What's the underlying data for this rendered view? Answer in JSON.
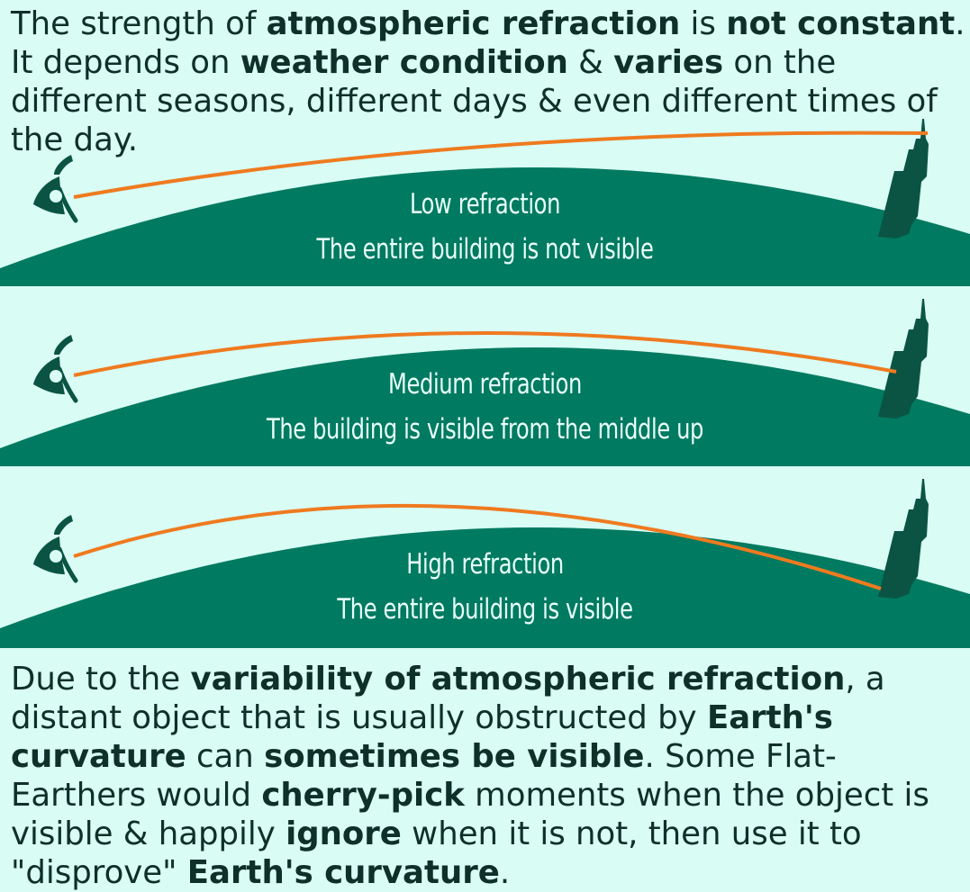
{
  "intro": {
    "t1": "The strength of ",
    "b1": "atmospheric refraction",
    "t2": " is ",
    "b2": "not constant",
    "t3": ". It depends on ",
    "b3": "weather condition",
    "t4": " & ",
    "b4": "varies",
    "t5": " on the different seasons, different days & even different times of the day."
  },
  "panels": [
    {
      "title": "Low refraction",
      "subtitle": "The entire building is not visible"
    },
    {
      "title": "Medium refraction",
      "subtitle": "The building is visible from the middle up"
    },
    {
      "title": "High refraction",
      "subtitle": "The entire building is visible"
    }
  ],
  "outro": {
    "t1": "Due to the ",
    "b1": "variability of atmospheric refraction",
    "t2": ", a distant object that is usually obstructed by ",
    "b2": "Earth's curvature",
    "t3": " can ",
    "b3": "sometimes be visible",
    "t4": ". Some Flat-Earthers would ",
    "b4": "cherry-pick",
    "t5": " moments when the object is visible & happily ",
    "b5": "ignore",
    "t6": " when it is not, then use it to \"disprove\" ",
    "b6": "Earth's curvature",
    "t7": "."
  },
  "colors": {
    "background": "#d9fcf4",
    "earth": "#007a60",
    "building": "#0b5443",
    "light_ray": "#ef7a1f",
    "text": "#0f2f29",
    "caption": "#e8fffa"
  },
  "icons": [
    "eye-icon",
    "skyscraper-icon"
  ]
}
